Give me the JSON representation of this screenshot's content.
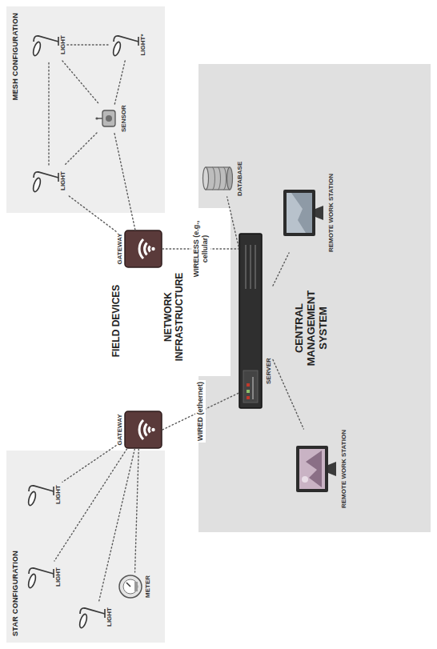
{
  "diagram": {
    "nodes": [
      {
        "text": [
          "STAR CONFIGURATION"
        ]
      },
      {
        "text": [
          "LIGHT"
        ],
        "in": 0
      },
      {
        "text": [
          "LIGHT"
        ],
        "in": 0
      },
      {
        "text": [
          "LIGHT"
        ],
        "in": 0
      },
      {
        "text": [
          "METER"
        ],
        "in": 0
      },
      {
        "text": [
          "GATEWAY"
        ]
      },
      {
        "text": [
          "GATEWAY"
        ]
      },
      {
        "text": [
          "MESH CONFIGURATION"
        ]
      },
      {
        "text": [
          "LIGHT"
        ],
        "in": 7
      },
      {
        "text": [
          "LIGHT"
        ],
        "in": 7
      },
      {
        "text": [
          "SENSOR"
        ],
        "in": 7
      },
      {
        "text": [
          "LIGHT*"
        ],
        "in": 7
      },
      {
        "text": [
          "CENTRAL MANAGEMENT SYSTEM"
        ]
      },
      {
        "text": [
          "SERVER"
        ],
        "in": 12
      },
      {
        "text": [
          "DATABASE"
        ],
        "in": 12
      },
      {
        "text": [
          "REMOTE WORK STATION"
        ],
        "in": 12
      },
      {
        "text": [
          "REMOTE WORK STATION"
        ],
        "in": 12
      }
    ],
    "edges": [
      {
        "from": 5,
        "to": 1,
        "arrow": "none"
      },
      {
        "from": 5,
        "to": 2,
        "arrow": "none"
      },
      {
        "from": 5,
        "to": 3,
        "arrow": "none"
      },
      {
        "from": 5,
        "to": 4,
        "arrow": "none"
      },
      {
        "from": 6,
        "to": 8,
        "arrow": "none"
      },
      {
        "from": 6,
        "to": 10,
        "arrow": "none"
      },
      {
        "from": 8,
        "to": 9,
        "arrow": "none"
      },
      {
        "from": 9,
        "to": 11,
        "arrow": "none"
      },
      {
        "from": 11,
        "to": 10,
        "arrow": "none"
      },
      {
        "from": 10,
        "to": 8,
        "arrow": "none"
      },
      {
        "from": 9,
        "to": 10,
        "arrow": "none"
      },
      {
        "from": 5,
        "to": 13,
        "label": "WIRED (ethernet)",
        "arrow": "none"
      },
      {
        "from": 6,
        "to": 13,
        "label": "WIRELESS (e.g., cellular)",
        "arrow": "none"
      },
      {
        "from": 13,
        "to": 14,
        "arrow": "none"
      },
      {
        "from": 13,
        "to": 15,
        "arrow": "none"
      },
      {
        "from": 13,
        "to": 16,
        "arrow": "none"
      }
    ],
    "labels": [
      "FIELD DEVICES",
      "NETWORK INFRASTRUCTURE"
    ]
  }
}
